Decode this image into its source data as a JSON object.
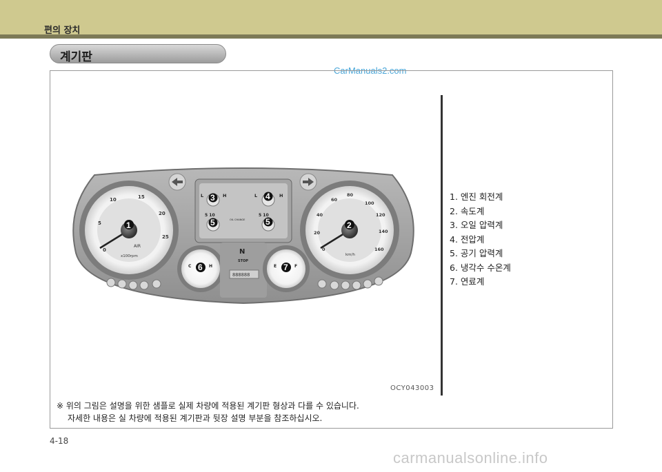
{
  "header": {
    "section": "편의 장치"
  },
  "title": "계기판",
  "watermark_top": "CarManuals2.com",
  "legend": {
    "items": [
      "1. 엔진 회전계",
      "2. 속도계",
      "3. 오일 압력계",
      "4. 전압계",
      "5. 공기 압력계",
      "6. 냉각수 수온계",
      "7. 연료계"
    ]
  },
  "image_code": "OCY043003",
  "note": {
    "line1": "※  위의 그림은 설명을 위한 샘플로 실제 차량에 적용된 계기판 형상과 다를 수 있습니다.",
    "line2": "자세한 내용은 실 차량에 적용된 계기판과 뒷장 설명 부분을 참조하십시오."
  },
  "page_number": "4-18",
  "watermark_bottom": "carmanualsonline.info",
  "cluster": {
    "tacho_ticks": [
      "0",
      "5",
      "10",
      "15",
      "20",
      "25"
    ],
    "tacho_unit": "x100rpm",
    "tacho_label": "AIR",
    "speedo_ticks": [
      "0",
      "20",
      "40",
      "60",
      "80",
      "100",
      "120",
      "140",
      "160"
    ],
    "speedo_unit": "km/h",
    "center_labels": {
      "low": "L",
      "high": "H",
      "gear": "N",
      "stop": "STOP",
      "odo": "888888",
      "oil": "OIL CHANGE",
      "psi": "5 10"
    },
    "temp_labels": {
      "cold": "C",
      "hot": "H"
    },
    "fuel_labels": {
      "empty": "E",
      "full": "F"
    },
    "badges": {
      "b1": "1",
      "b2": "2",
      "b3": "3",
      "b4": "4",
      "b5a": "5",
      "b5b": "5",
      "b6": "6",
      "b7": "7"
    }
  }
}
